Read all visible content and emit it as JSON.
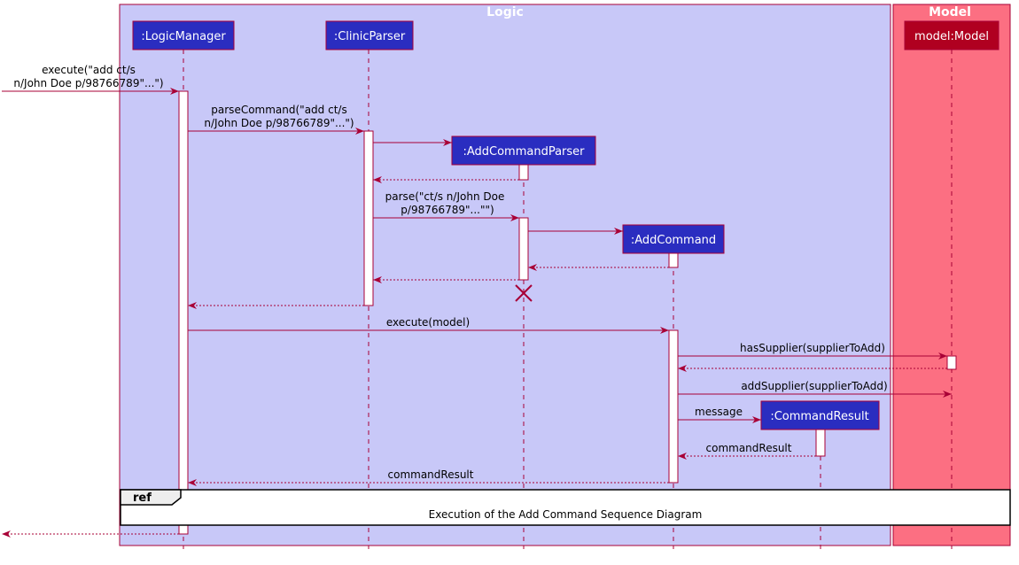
{
  "groups": {
    "logic": "Logic",
    "model": "Model"
  },
  "participants": {
    "logic_manager": ":LogicManager",
    "clinic_parser": ":ClinicParser",
    "add_command_parser": ":AddCommandParser",
    "add_command": ":AddCommand",
    "command_result": ":CommandResult",
    "model": "model:Model"
  },
  "messages": {
    "execute_line1": "execute(\"add ct/s",
    "execute_line2": "n/John Doe p/98766789\"...\")",
    "parse_command_line1": "parseCommand(\"add ct/s",
    "parse_command_line2": "n/John Doe p/98766789\"...\")",
    "parse_line1": "parse(\"ct/s n/John Doe",
    "parse_line2": "p/98766789\"...\"\")",
    "execute_model": "execute(model)",
    "has_supplier": "hasSupplier(supplierToAdd)",
    "add_supplier": "addSupplier(supplierToAdd)",
    "message": "message",
    "command_result_return": "commandResult",
    "command_result_to_logic": "commandResult"
  },
  "ref": {
    "tag": "ref",
    "text": "Execution of the Add Command Sequence Diagram"
  },
  "colors": {
    "logic_box": "#C8C8F8",
    "model_box": "#FC6F82",
    "participant_fill": "#2A2DC0",
    "model_participant_fill": "#B00020",
    "border": "#A80036",
    "arrow": "#A80036"
  }
}
